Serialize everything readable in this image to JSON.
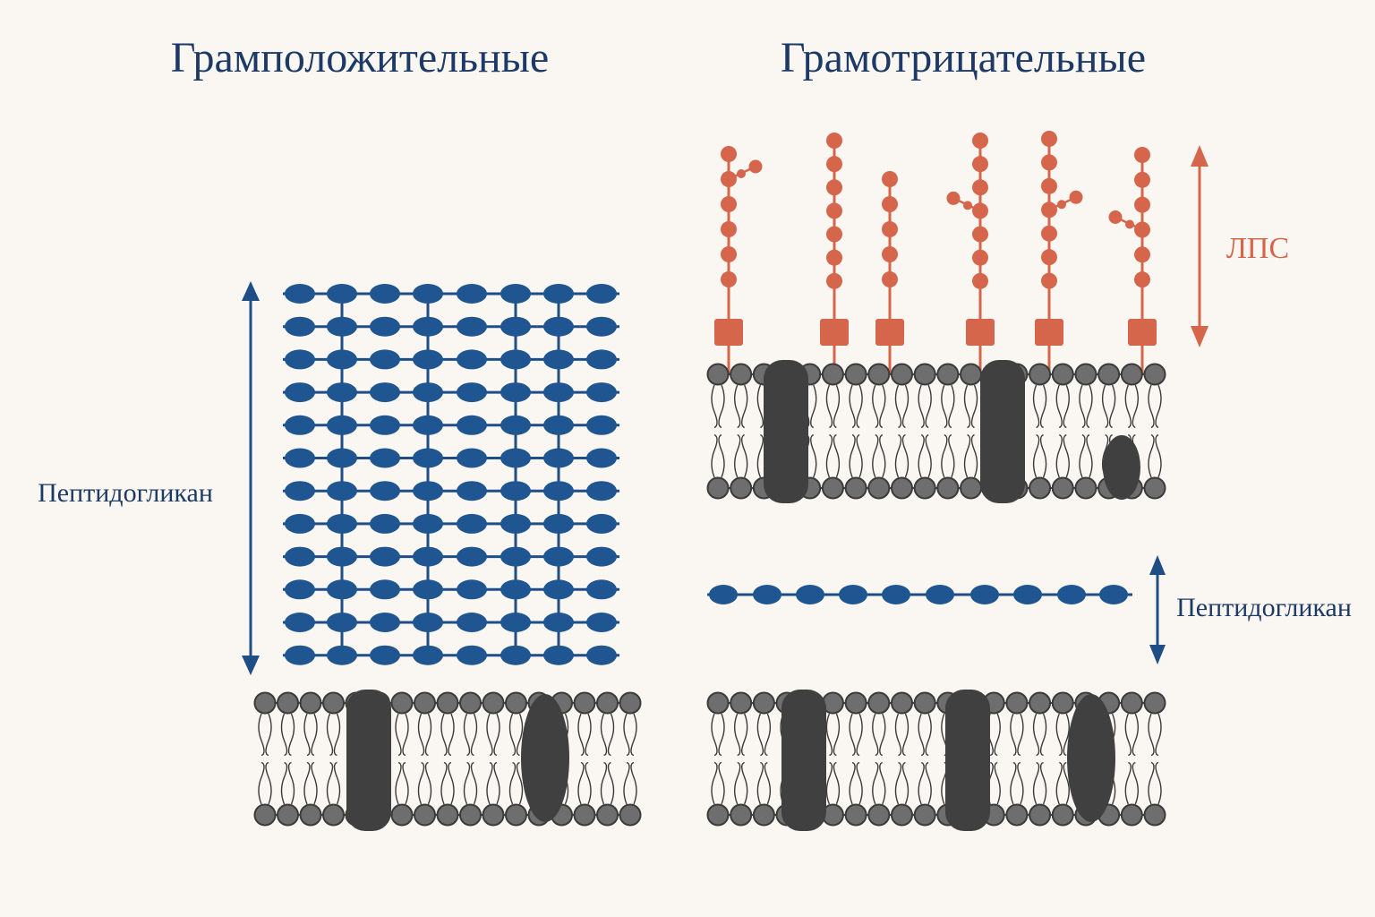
{
  "titles": {
    "gram_positive": "Грамположительные",
    "gram_negative": "Грамотрицательные"
  },
  "labels": {
    "peptidoglycan_left": "Пептидогликан",
    "peptidoglycan_right": "Пептидогликан",
    "lps": "ЛПС"
  },
  "colors": {
    "background": "#faf7f2",
    "title": "#1d3a66",
    "peptidoglycan": "#1f5590",
    "peptidoglycan_line": "#1f4d86",
    "lps": "#d5664b",
    "lipid_head": "#6e6e6e",
    "lipid_head_stroke": "#3b3b3b",
    "protein": "#3f403f",
    "tail": "#3a3a3a"
  },
  "icons": {
    "double_arrow": "double-headed-arrow-icon"
  }
}
